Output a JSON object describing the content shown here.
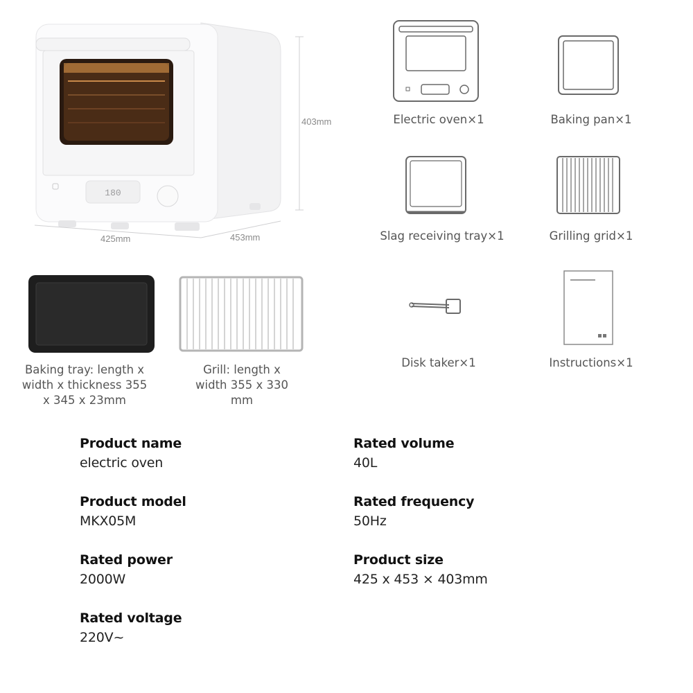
{
  "dimensions": {
    "height": "403mm",
    "width": "425mm",
    "depth": "453mm"
  },
  "oven_display": {
    "readout": "180"
  },
  "accessories": [
    {
      "label": "Electric oven×1",
      "icon": "electric-oven-icon"
    },
    {
      "label": "Baking pan×1",
      "icon": "baking-pan-icon"
    },
    {
      "label": "Slag receiving tray×1",
      "icon": "slag-tray-icon"
    },
    {
      "label": "Grilling grid×1",
      "icon": "grilling-grid-icon"
    },
    {
      "label": "Disk taker×1",
      "icon": "disk-taker-icon"
    },
    {
      "label": "Instructions×1",
      "icon": "instructions-icon"
    }
  ],
  "trays": [
    {
      "caption": "Baking tray: length x width x thickness 355 x 345 x 23mm"
    },
    {
      "caption": "Grill: length x width 355 x 330 mm"
    }
  ],
  "specs": [
    {
      "label": "Product name",
      "value": "electric oven"
    },
    {
      "label": "Rated volume",
      "value": "40L"
    },
    {
      "label": "Product model",
      "value": "MKX05M"
    },
    {
      "label": "Rated frequency",
      "value": "50Hz"
    },
    {
      "label": "Rated power",
      "value": "2000W"
    },
    {
      "label": "Product size",
      "value": "425 x 453 × 403mm"
    },
    {
      "label": "Rated voltage",
      "value": "220V~"
    }
  ],
  "colors": {
    "accent_text": "#111111",
    "muted_text": "#555555",
    "dimension_text": "#8a8a8a",
    "tray_black": "#1e1e1e"
  }
}
